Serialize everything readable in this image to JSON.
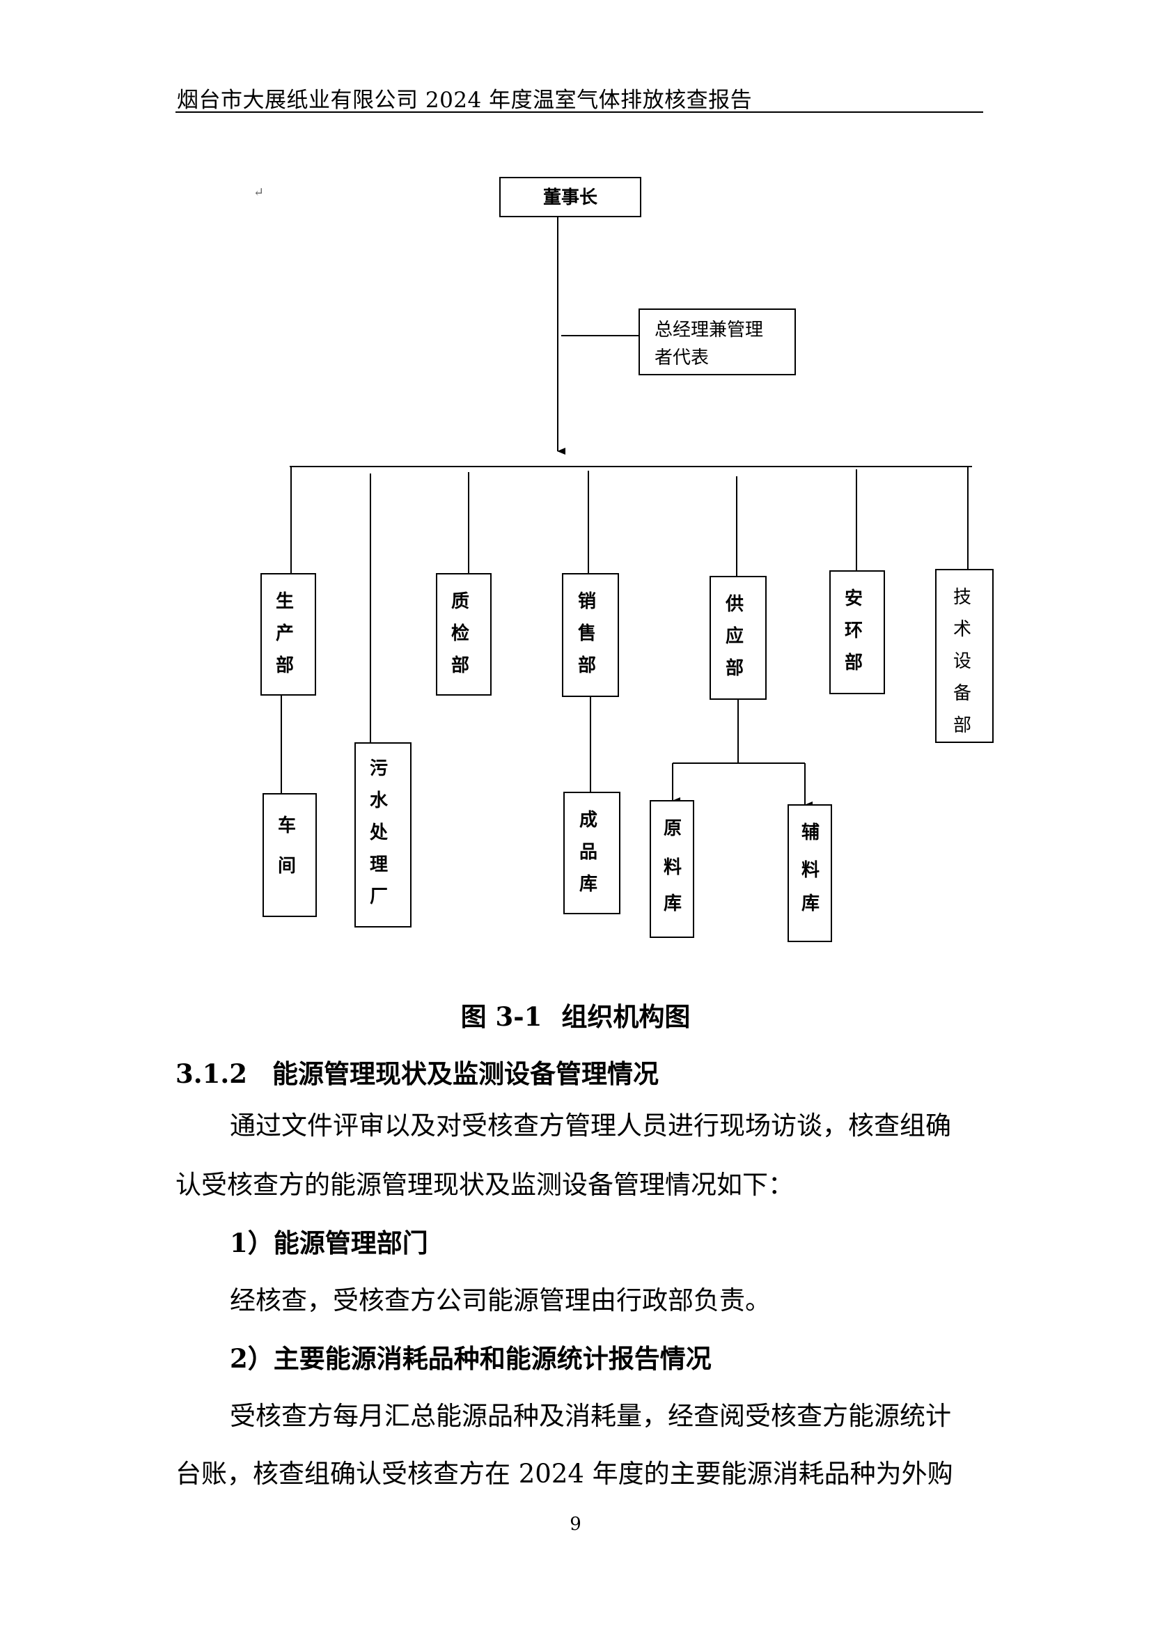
{
  "header": {
    "title": "烟台市大展纸业有限公司 2024 年度温室气体排放核查报告"
  },
  "org_chart": {
    "top": "董事长",
    "deputy_line1": "总经理兼管理",
    "deputy_line2": "者代表",
    "departments": {
      "production": [
        "生",
        "产",
        "部"
      ],
      "sewage": [
        "污",
        "水",
        "处",
        "理",
        "厂"
      ],
      "quality": [
        "质",
        "检",
        "部"
      ],
      "sales": [
        "销",
        "售",
        "部"
      ],
      "supply": [
        "供",
        "应",
        "部"
      ],
      "safety_env": [
        "安",
        "环",
        "部"
      ],
      "tech_equipment": [
        "技",
        "术",
        "设",
        "备",
        "部"
      ],
      "workshop": [
        "车",
        "间"
      ],
      "finished_goods": [
        "成",
        "品",
        "库"
      ],
      "raw_material": [
        "原",
        "料",
        "库"
      ],
      "auxiliary_material": [
        "辅",
        "料",
        "库"
      ]
    },
    "return_mark": "↵"
  },
  "figure": {
    "number": "图 3-1",
    "title": "组织机构图"
  },
  "section": {
    "number": "3.1.2",
    "title": "能源管理现状及监测设备管理情况"
  },
  "paragraphs": {
    "intro_line1": "通过文件评审以及对受核查方管理人员进行现场访谈，核查组确",
    "intro_line2": "认受核查方的能源管理现状及监测设备管理情况如下：",
    "item1_heading": "1）能源管理部门",
    "item1_text": "经核查，受核查方公司能源管理由行政部负责。",
    "item2_heading": "2）主要能源消耗品种和能源统计报告情况",
    "item2_line1": "受核查方每月汇总能源品种及消耗量，经查阅受核查方能源统计",
    "item2_line2": "台账，核查组确认受核查方在 2024 年度的主要能源消耗品种为外购"
  },
  "page_number": "9"
}
